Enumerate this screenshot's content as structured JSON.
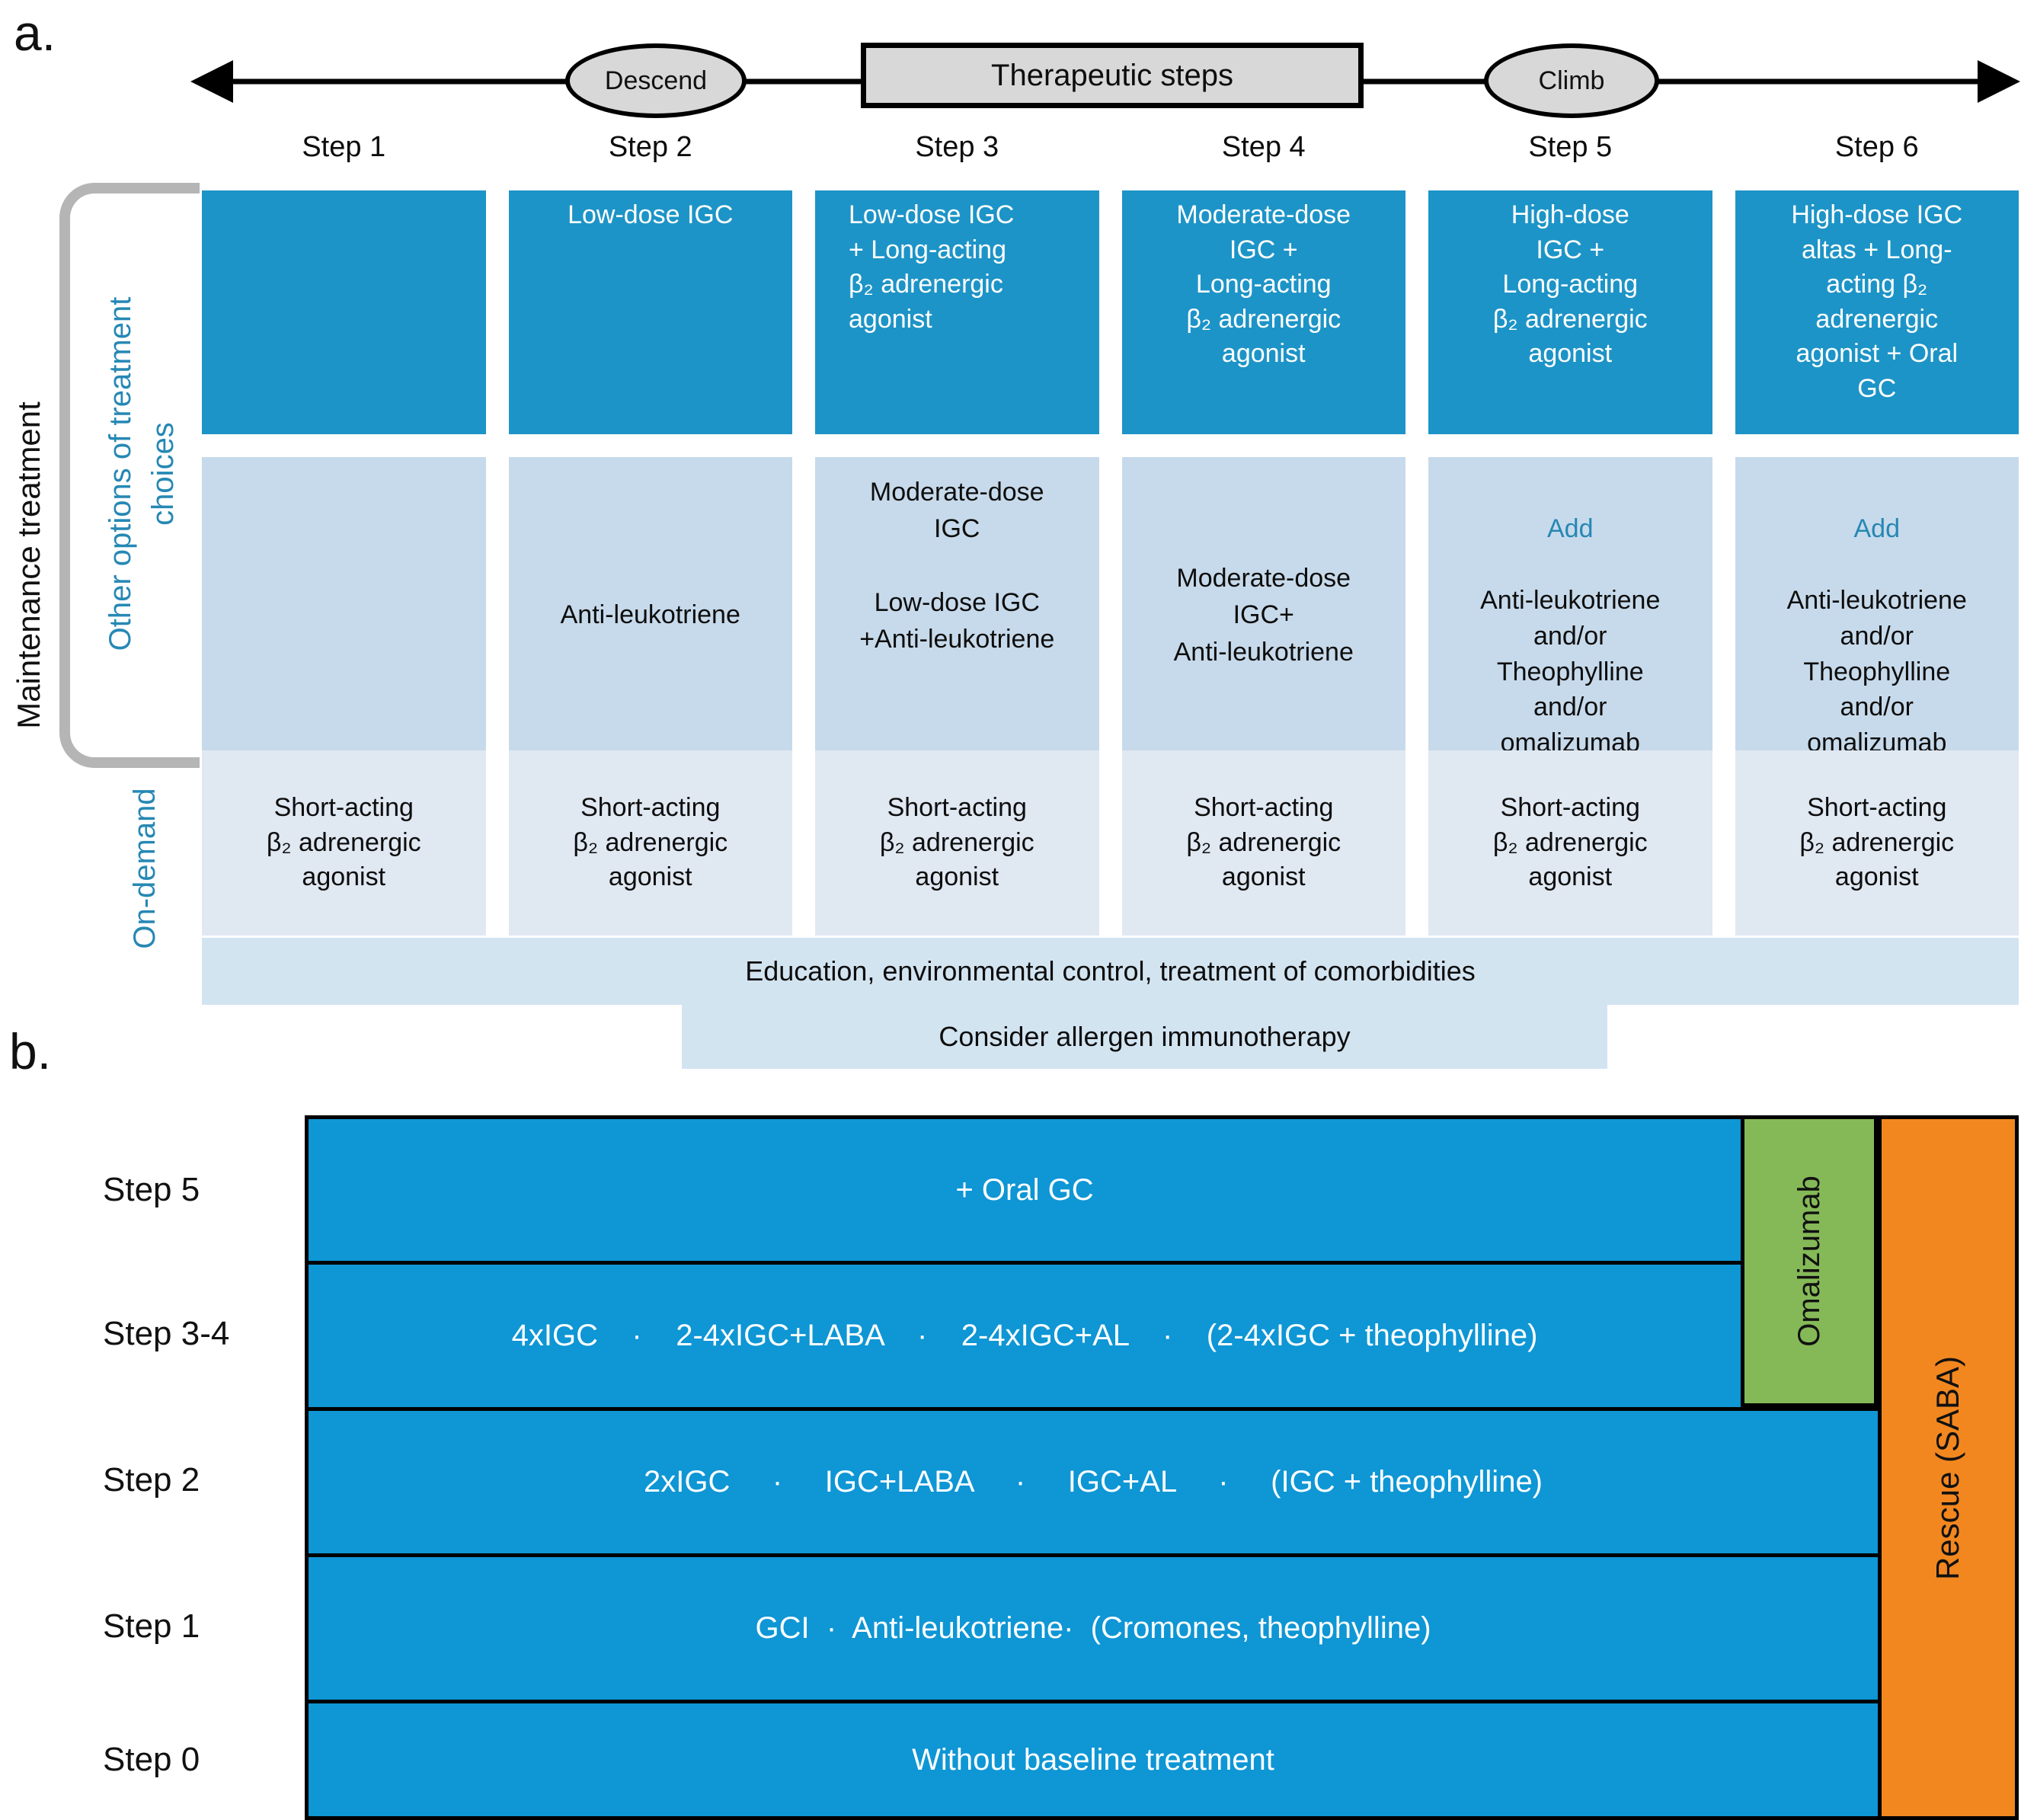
{
  "panel_a": {
    "label": "a.",
    "header": {
      "descend": "Descend",
      "therapeutic_steps": "Therapeutic steps",
      "climb": "Climb"
    },
    "step_labels": [
      "Step 1",
      "Step 2",
      "Step 3",
      "Step 4",
      "Step 5",
      "Step 6"
    ],
    "side": {
      "maintenance": "Maintenance treatment",
      "other_options": "Other options of treatment\nchoices",
      "on_demand": "On-demand"
    },
    "row_igc": {
      "c1": "",
      "c2": "Low-dose IGC",
      "c3": "Low-dose IGC\n+ Long-acting\nβ₂ adrenergic\nagonist",
      "c4": "Moderate-dose\nIGC +\nLong-acting\nβ₂ adrenergic\nagonist",
      "c5": "High-dose\nIGC +\nLong-acting\nβ₂ adrenergic\nagonist",
      "c6": "High-dose IGC\naltas + Long-\nacting β₂\nadrenergic\nagonist + Oral\nGC"
    },
    "row_other": {
      "c1": "",
      "c2": "Anti-leukotriene",
      "c3": "Moderate-dose\nIGC\n\nLow-dose IGC\n+Anti-leukotriene",
      "c4": "Moderate-dose\nIGC+\nAnti-leukotriene",
      "add": "Add",
      "c5": "Anti-leukotriene\nand/or\nTheophylline\nand/or\nomalizumab",
      "c6": "Anti-leukotriene\nand/or\nTheophylline\nand/or\nomalizumab"
    },
    "row_saba": "Short-acting\nβ₂ adrenergic\nagonist",
    "education_band": "Education, environmental control, treatment of comorbidities",
    "immunotherapy_band": "Consider allergen immunotherapy"
  },
  "panel_b": {
    "label": "b.",
    "rows": [
      {
        "step": "Step 5",
        "text": "+ Oral GC"
      },
      {
        "step": "Step 3-4",
        "text": "4xIGC    ·    2-4xIGC+LABA    ·    2-4xIGC+AL    ·    (2-4xIGC + theophylline)"
      },
      {
        "step": "Step 2",
        "text": "2xIGC     ·     IGC+LABA     ·     IGC+AL     ·     (IGC + theophylline)"
      },
      {
        "step": "Step 1",
        "text": "GCI  ·  Anti-leukotriene·  (Cromones, theophylline)"
      },
      {
        "step": "Step 0",
        "text": "Without baseline treatment"
      }
    ],
    "omalizumab": "Omalizumab",
    "rescue": "Rescue (SABA)"
  },
  "colors": {
    "blue-a": "#1d94c7",
    "blue-b": "#0e96d5",
    "row2": "#c7daeb",
    "row3": "#e0e8f2",
    "band": "#d3e4f1",
    "green": "#85b957",
    "orange": "#f2871f",
    "teal": "#2688b4",
    "gray": "#d8d8d8",
    "bracket": "#b5b5b5"
  }
}
